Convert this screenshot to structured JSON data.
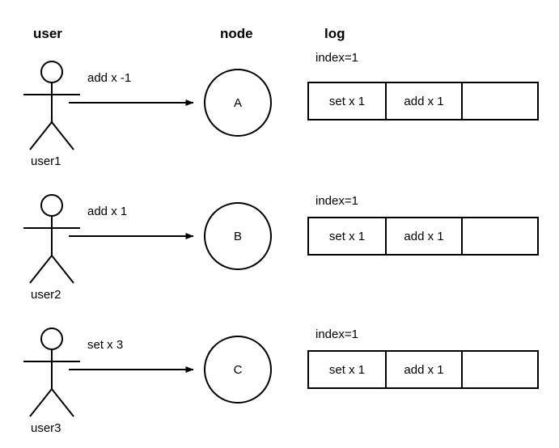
{
  "columns": {
    "user": "user",
    "node": "node",
    "log": "log"
  },
  "colors": {
    "stroke": "#000000",
    "background": "#ffffff",
    "text": "#000000"
  },
  "rows": [
    {
      "actor": "user1",
      "message": "add x -1",
      "node": "A",
      "log": {
        "index_label": "index=1",
        "cells": [
          "set x 1",
          "add x 1",
          ""
        ]
      }
    },
    {
      "actor": "user2",
      "message": "add x 1",
      "node": "B",
      "log": {
        "index_label": "index=1",
        "cells": [
          "set x 1",
          "add x 1",
          ""
        ]
      }
    },
    {
      "actor": "user3",
      "message": "set x 3",
      "node": "C",
      "log": {
        "index_label": "index=1",
        "cells": [
          "set x 1",
          "add x 1",
          ""
        ]
      }
    }
  ],
  "icons": {
    "actor": "stick-figure-icon",
    "node": "circle-node-icon",
    "arrow": "arrow-right-icon"
  }
}
